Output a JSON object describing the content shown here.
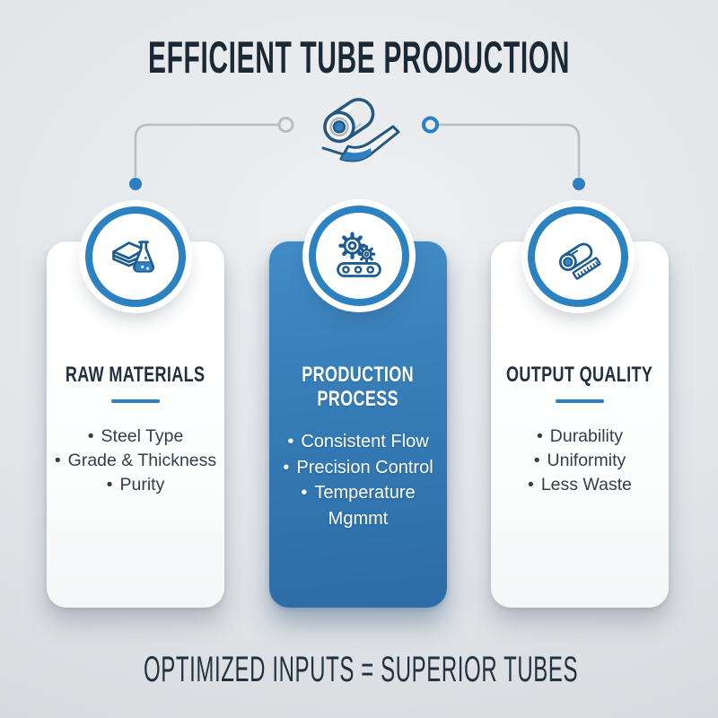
{
  "header": {
    "title": "EFFICIENT TUBE PRODUCTION"
  },
  "footer": {
    "tagline": "OPTIMIZED INPUTS = SUPERIOR TUBES"
  },
  "ui": {
    "bullet": "•"
  },
  "colors": {
    "background": "#e3e6e9",
    "accent_blue": "#2e7fc1",
    "badge_ring_blue": "#2c82c0",
    "icon_stroke_blue": "#1d5c90",
    "heading_navy": "#1b2936",
    "body_text": "#323f4b",
    "card_blue_top": "#418bc6",
    "card_blue_bottom": "#2d6ca6",
    "connector_gray": "#b7bdc3",
    "card_white": "#ffffff"
  },
  "cards": [
    {
      "title": "RAW MATERIALS",
      "icon": "materials-flask-icon",
      "items": [
        "Steel Type",
        "Grade & Thickness",
        "Purity"
      ]
    },
    {
      "title": "PRODUCTION PROCESS",
      "icon": "gears-conveyor-icon",
      "items": [
        "Consistent Flow",
        "Precision Control",
        "Temperature Mgmmt"
      ]
    },
    {
      "title": "OUTPUT QUALITY",
      "icon": "tube-ruler-icon",
      "items": [
        "Durability",
        "Uniformity",
        "Less Waste"
      ]
    }
  ]
}
